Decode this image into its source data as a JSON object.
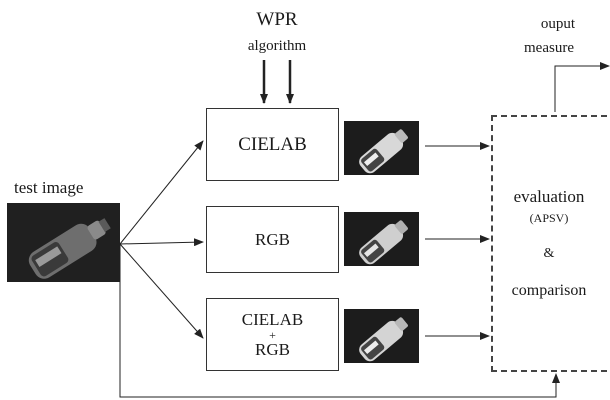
{
  "input": {
    "label": "test image"
  },
  "algorithm": {
    "title": "WPR",
    "subtitle": "algorithm"
  },
  "methods": [
    {
      "line1": "CIELAB",
      "line2": "",
      "line3": ""
    },
    {
      "line1": "RGB",
      "line2": "",
      "line3": ""
    },
    {
      "line1": "CIELAB",
      "line2": "+",
      "line3": "RGB"
    }
  ],
  "evaluation": {
    "line1": "evaluation",
    "line2": "(APSV)",
    "line3": "&",
    "line4": "comparison"
  },
  "output": {
    "line1": "ouput",
    "line2": "measure"
  },
  "colors": {
    "line": "#222222",
    "image_bg": "#1f1f1f"
  }
}
